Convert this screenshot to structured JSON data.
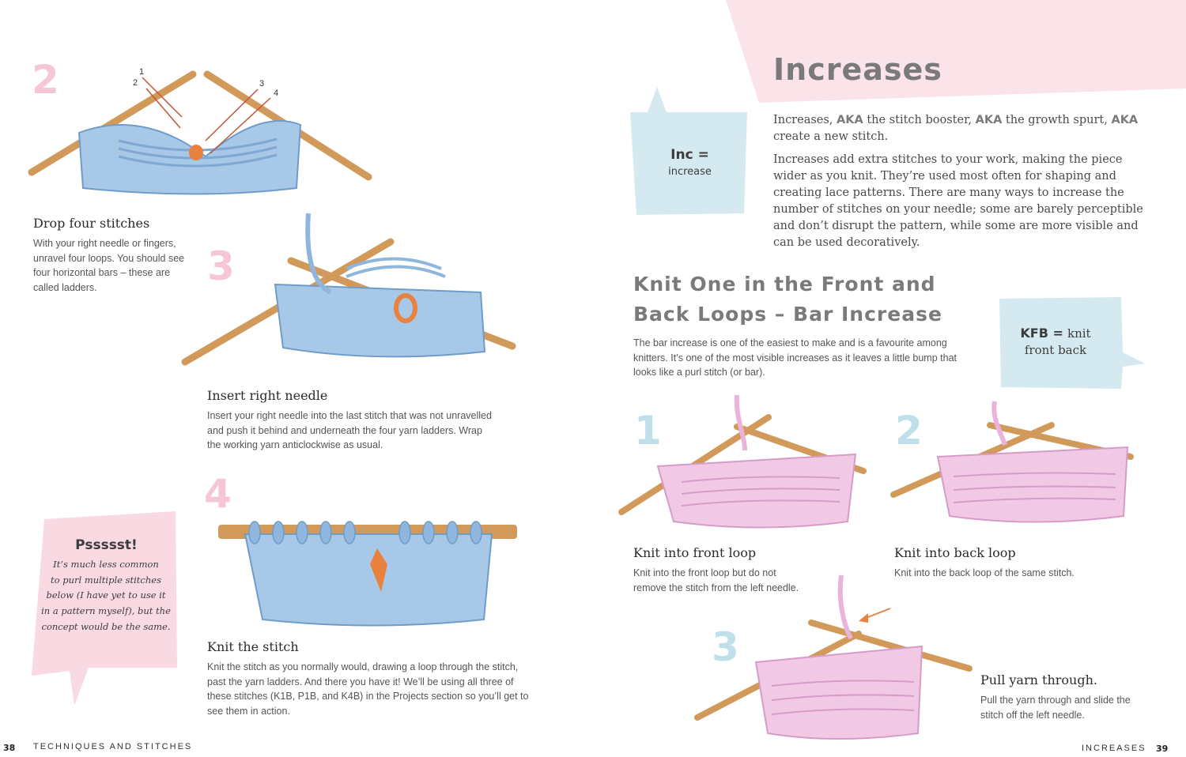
{
  "left_page": {
    "page_number": "38",
    "running_head": "TECHNIQUES AND STITCHES",
    "steps": [
      {
        "number": "2",
        "title": "Drop four stitches",
        "body": "With your right needle or fingers, unravel four loops. You should see four horizontal bars – these are called ladders.",
        "callouts": [
          "1",
          "2",
          "3",
          "4"
        ]
      },
      {
        "number": "3",
        "title": "Insert right needle",
        "body": "Insert your right needle into the last stitch that was not unravelled and push it behind and underneath the four yarn ladders. Wrap the working yarn anticlockwise as usual."
      },
      {
        "number": "4",
        "title": "Knit the stitch",
        "body": "Knit the stitch as you normally would, drawing a loop through the stitch, past the yarn ladders. And there you have it! We’ll be using all three of these stitches (K1B, P1B, and K4B) in the Projects section so you’ll get to see them in action."
      }
    ],
    "tip_bubble": {
      "title": "Pssssst!",
      "lines": [
        "It’s much less common",
        "to purl multiple stitches",
        "below (I have yet to use it",
        "in a pattern myself), but the",
        "concept would be the same."
      ]
    }
  },
  "right_page": {
    "page_number": "39",
    "running_head": "INCREASES",
    "heading": "Increases",
    "intro_p1_parts": [
      "Increases, ",
      "AKA",
      " the stitch booster, ",
      "AKA",
      " the growth spurt, ",
      "AKA",
      " create a new stitch."
    ],
    "intro_p2": "Increases add extra stitches to your work, making the piece wider as you knit. They’re used most often for shaping and creating lace patterns. There are many ways to increase the number of stitches on your needle; some are barely perceptible and don’t disrupt the pattern, while some are more visible and can be used decoratively.",
    "inc_bubble": {
      "term": "Inc =",
      "meaning": "increase"
    },
    "section_heading_lines": [
      "Knit One in the Front and",
      "Back Loops – Bar Increase"
    ],
    "section_body": "The bar increase is one of the easiest to make and is a favourite among knitters. It’s one of the most visible increases as it leaves a little bump that looks like a purl stitch (or bar).",
    "kfb_bubble": {
      "term": "KFB =",
      "meaning_line1": "knit",
      "meaning_line2": "front back"
    },
    "steps": [
      {
        "number": "1",
        "title": "Knit into front loop",
        "body": "Knit into the front loop but do not remove the stitch from the left needle."
      },
      {
        "number": "2",
        "title": "Knit into back loop",
        "body": "Knit into the back loop of the same stitch."
      },
      {
        "number": "3",
        "title": "Pull yarn through.",
        "body": "Pull the yarn through and slide the stitch off the left needle."
      }
    ]
  },
  "colors": {
    "pink_accent": "#f6c6d4",
    "blue_accent": "#bfe0ea",
    "yarn_blue": "#8fb6dc",
    "yarn_pink": "#e9b3da",
    "needle_wood": "#d29a5a",
    "orange_marker": "#e8823e",
    "header_pink_band": "#fbe3ea",
    "bubble_blue": "#d5eaf0",
    "bubble_pink": "#f9d9e2"
  },
  "icons": [
    "knitting-illustration",
    "speech-bubble",
    "arrow-icon"
  ]
}
